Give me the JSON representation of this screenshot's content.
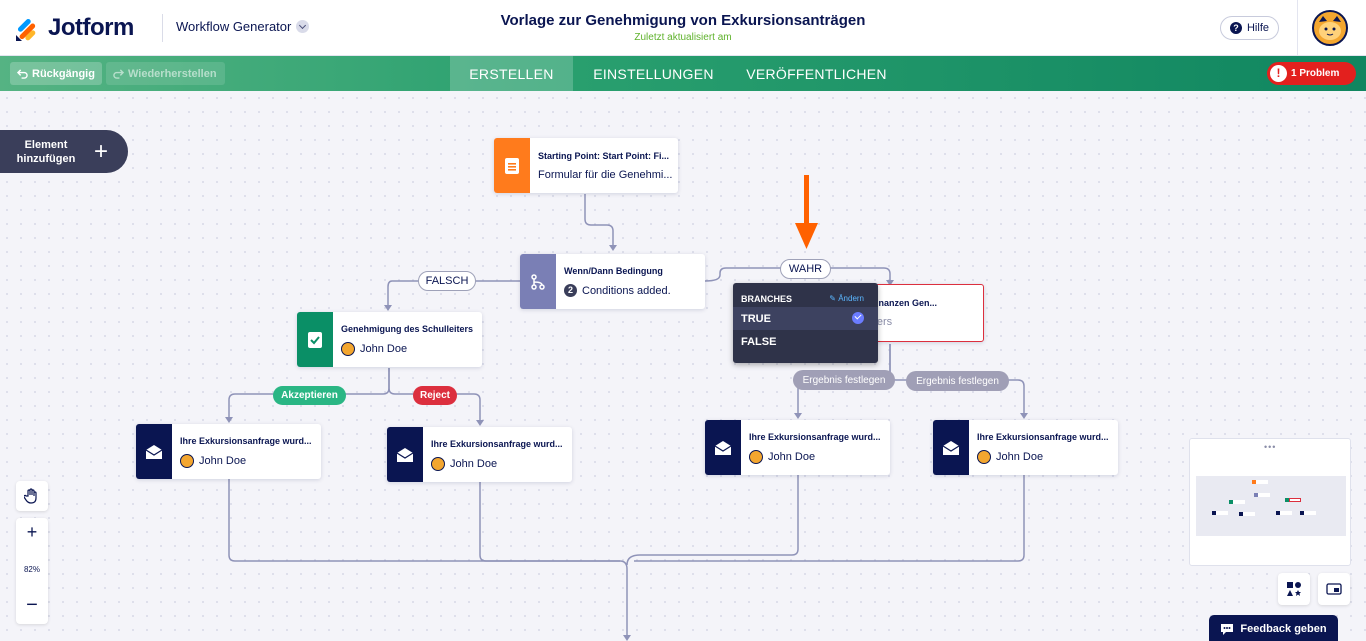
{
  "header": {
    "logo_text": "Jotform",
    "product_name": "Workflow Generator",
    "title": "Vorlage zur Genehmigung von Exkursionsanträgen",
    "subtitle": "Zuletzt aktualisiert am",
    "help_label": "Hilfe"
  },
  "toolbar": {
    "undo_label": "Rückgängig",
    "redo_label": "Wiederherstellen",
    "tabs": [
      {
        "label": "ERSTELLEN",
        "active": true
      },
      {
        "label": "EINSTELLUNGEN",
        "active": false
      },
      {
        "label": "VERÖFFENTLICHEN",
        "active": false
      }
    ],
    "problem_label": "1 Problem"
  },
  "canvas": {
    "add_element_label": "Element hinzufügen",
    "nodes": {
      "start": {
        "title": "Starting Point: Start Point: Fi...",
        "desc": "Formular für die Genehmi..."
      },
      "condition": {
        "title": "Wenn/Dann Bedingung",
        "count": "2",
        "desc": "Conditions added."
      },
      "principal": {
        "title": "Genehmigung des Schulleiters",
        "assignee": "John Doe"
      },
      "director": {
        "title": "ktor & Finanzen Gen...",
        "desc": "Approvers"
      },
      "email1": {
        "title": "Ihre Exkursionsanfrage wurd...",
        "assignee": "John Doe"
      },
      "email2": {
        "title": "Ihre Exkursionsanfrage wurd...",
        "assignee": "John Doe"
      },
      "email3": {
        "title": "Ihre Exkursionsanfrage wurd...",
        "assignee": "John Doe"
      },
      "email4": {
        "title": "Ihre Exkursionsanfrage wurd...",
        "assignee": "John Doe"
      }
    },
    "labels": {
      "falsch": "FALSCH",
      "wahr": "WAHR",
      "akzeptieren": "Akzeptieren",
      "reject": "Reject",
      "ergebnis1": "Ergebnis festlegen",
      "ergebnis2": "Ergebnis festlegen"
    },
    "branches_popup": {
      "heading": "BRANCHES",
      "change_label": "Ändern",
      "options": [
        "TRUE",
        "FALSE"
      ],
      "selected": "TRUE"
    },
    "zoom_level": "82%",
    "feedback_label": "Feedback geben"
  },
  "colors": {
    "brand_navy": "#0a1551",
    "toolbar_green": "#2aa06f",
    "start_orange": "#ff7b1c",
    "condition_purple": "#7a7fb5",
    "approval_green": "#0a8f66",
    "email_navy": "#0a1551",
    "problem_red": "#e3201e",
    "arrow_orange": "#ff6100"
  }
}
